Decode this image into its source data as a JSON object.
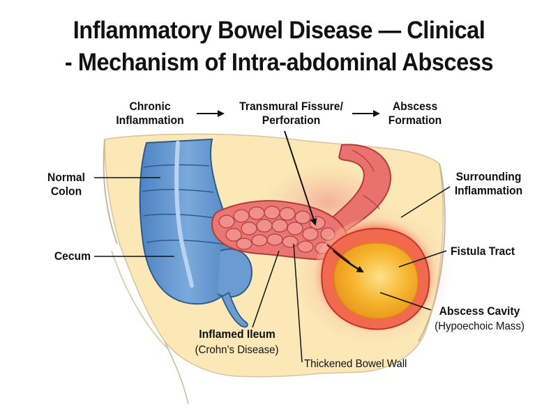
{
  "title": {
    "line1": "Inflammatory Bowel Disease — Clinical",
    "line2": "- Mechanism of Intra-abdominal Abscess"
  },
  "flow": {
    "step1_line1": "Chronic",
    "step1_line2": "Inflammation",
    "step2_line1": "Transmural Fissure/",
    "step2_line2": "Perforation",
    "step3_line1": "Abscess",
    "step3_line2": "Formation"
  },
  "labels": {
    "normal_colon_line1": "Normal",
    "normal_colon_line2": "Colon",
    "cecum": "Cecum",
    "surrounding_line1": "Surrounding",
    "surrounding_line2": "Inflammation",
    "fistula": "Fistula Tract",
    "abscess_cavity": "Abscess Cavity",
    "abscess_cavity_sub": "(Hypoechoic Mass)",
    "inflamed_ileum": "Inflamed Ileum",
    "inflamed_ileum_sub": "(Crohn’s Disease)",
    "thickened_wall": "Thickened Bowel Wall"
  },
  "colors": {
    "colon": "#6a9bd1",
    "colon_outline": "#2f5a8a",
    "inflamed": "#e86f6f",
    "inflamed_outline": "#b53a3a",
    "abscess": "#f7b52e",
    "abscess_glow": "#ec3b3b",
    "tissue": "#fbe7b0",
    "body_outline": "#c9b59a"
  }
}
